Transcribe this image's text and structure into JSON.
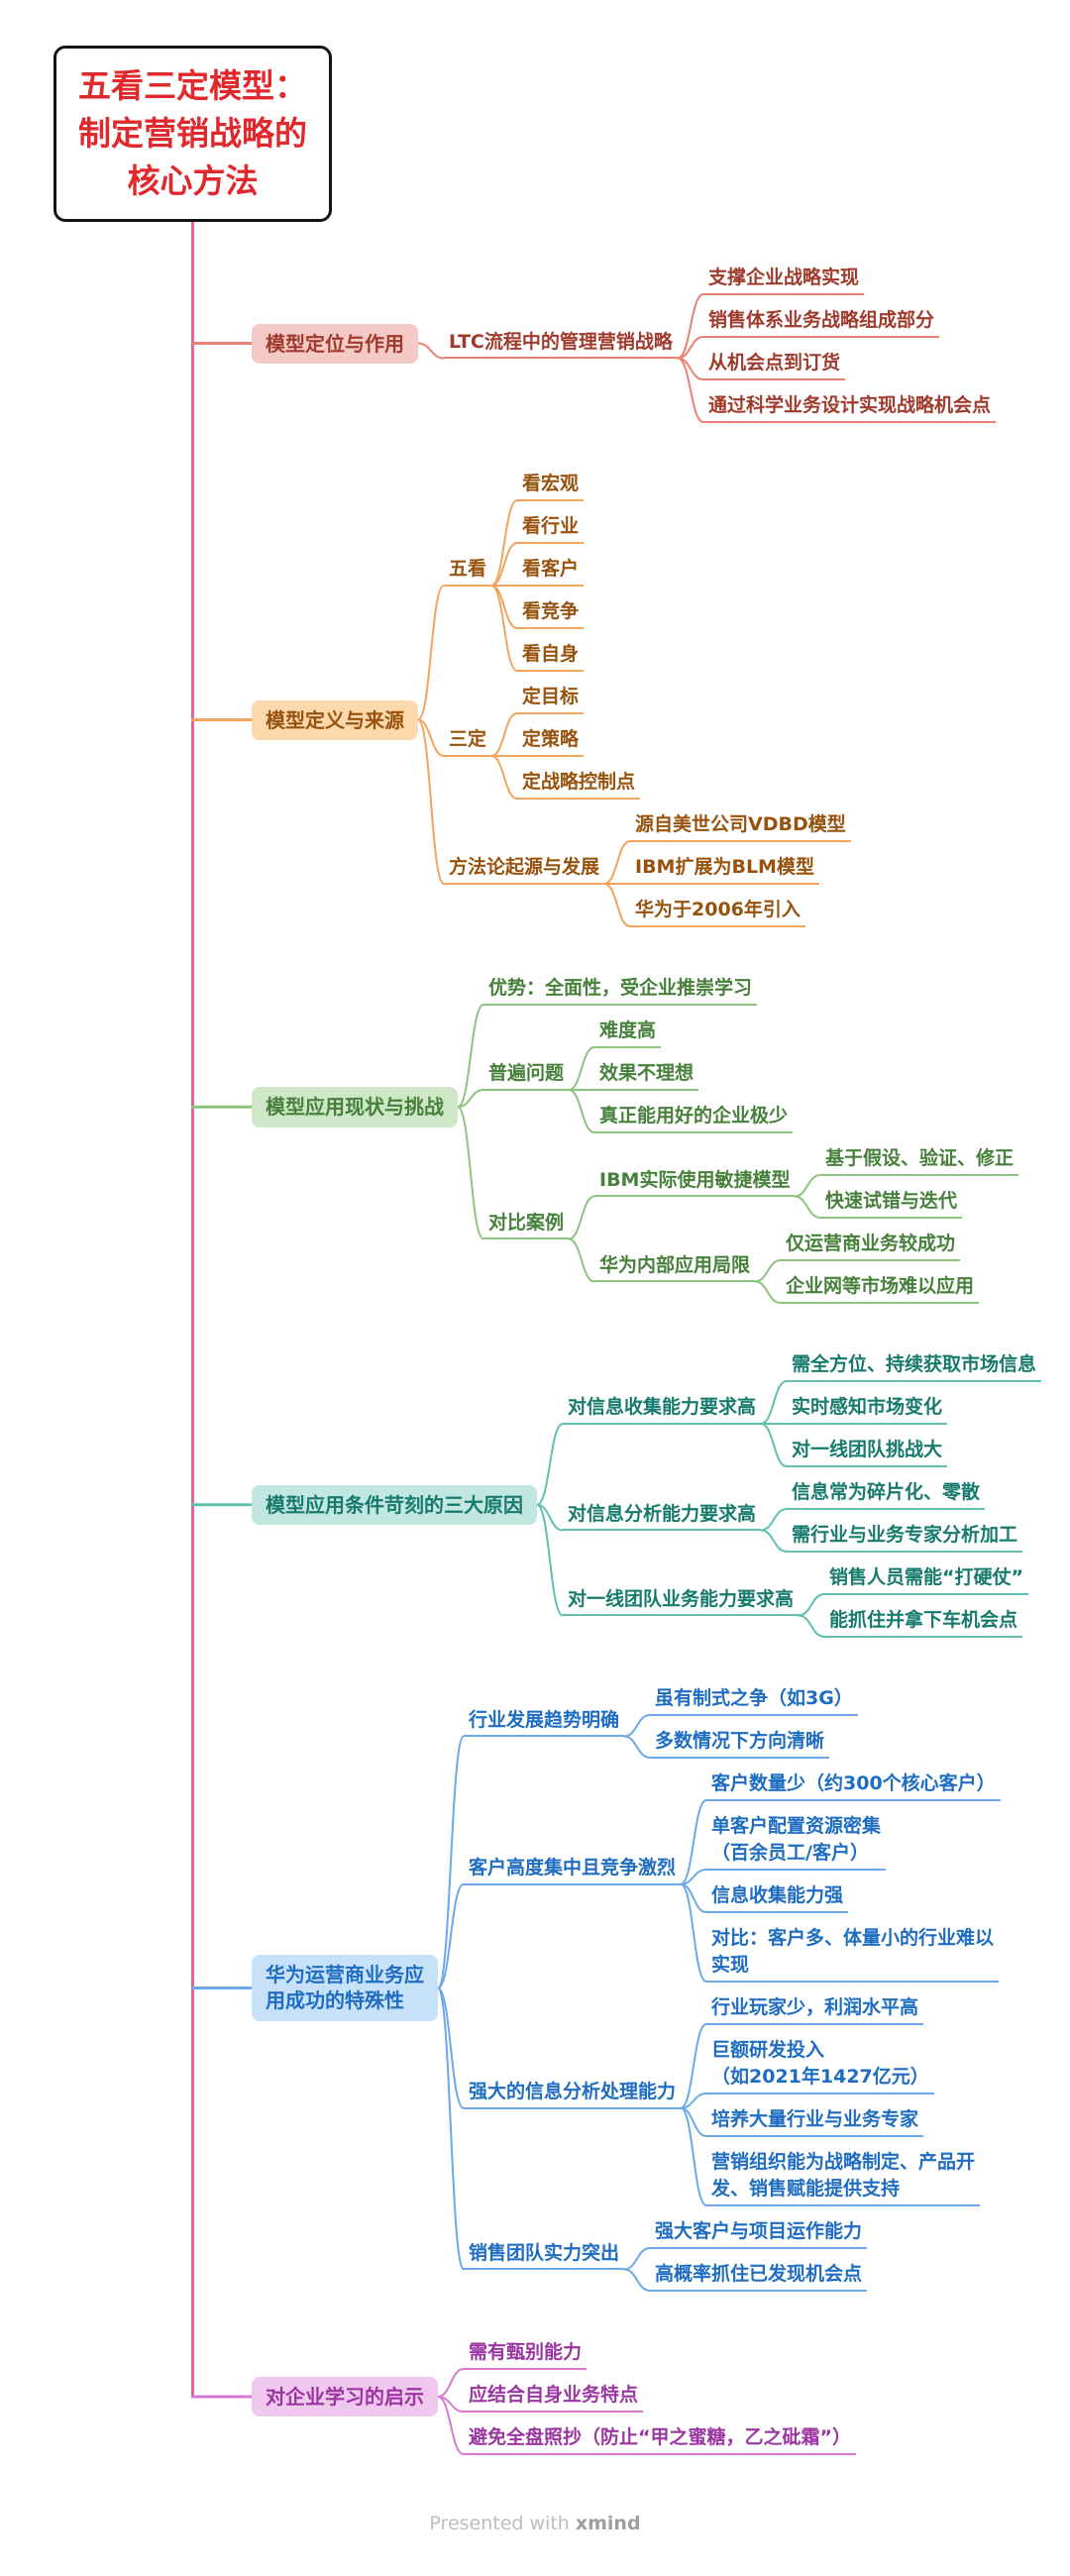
{
  "page": {
    "background": "#ffffff"
  },
  "root": {
    "label": "五看三定模型：\n制定营销战略的\n核心方法",
    "text_color": "#e0282d",
    "border_color": "#141414"
  },
  "trunk_color": "#ec5f9d",
  "footer": {
    "prefix": "Presented with ",
    "brand": "xmind"
  },
  "branches": [
    {
      "id": "positioning-role",
      "label": "模型定位与作用",
      "colors": {
        "bg": "#f5cac6",
        "text": "#a03a2c",
        "line": "#ea8075"
      },
      "children": [
        {
          "label": "LTC流程中的管理营销战略",
          "children": [
            {
              "label": "支撑企业战略实现"
            },
            {
              "label": "销售体系业务战略组成部分"
            },
            {
              "label": "从机会点到订货"
            },
            {
              "label": "通过科学业务设计实现战略机会点"
            }
          ]
        }
      ]
    },
    {
      "id": "definition-origin",
      "label": "模型定义与来源",
      "colors": {
        "bg": "#fbd9ad",
        "text": "#97530e",
        "line": "#f2a45c"
      },
      "children": [
        {
          "label": "五看",
          "children": [
            {
              "label": "看宏观"
            },
            {
              "label": "看行业"
            },
            {
              "label": "看客户"
            },
            {
              "label": "看竞争"
            },
            {
              "label": "看自身"
            }
          ]
        },
        {
          "label": "三定",
          "children": [
            {
              "label": "定目标"
            },
            {
              "label": "定策略"
            },
            {
              "label": "定战略控制点"
            }
          ]
        },
        {
          "label": "方法论起源与发展",
          "children": [
            {
              "label": "源自美世公司VDBD模型"
            },
            {
              "label": "IBM扩展为BLM模型"
            },
            {
              "label": "华为于2006年引入"
            }
          ]
        }
      ]
    },
    {
      "id": "status-challenges",
      "label": "模型应用现状与挑战",
      "colors": {
        "bg": "#cfe7c9",
        "text": "#46803a",
        "line": "#8cc47e"
      },
      "children": [
        {
          "label": "优势：全面性，受企业推崇学习"
        },
        {
          "label": "普遍问题",
          "children": [
            {
              "label": "难度高"
            },
            {
              "label": "效果不理想"
            },
            {
              "label": "真正能用好的企业极少"
            }
          ]
        },
        {
          "label": "对比案例",
          "children": [
            {
              "label": "IBM实际使用敏捷模型",
              "children": [
                {
                  "label": "基于假设、验证、修正"
                },
                {
                  "label": "快速试错与迭代"
                }
              ]
            },
            {
              "label": "华为内部应用局限",
              "children": [
                {
                  "label": "仅运营商业务较成功"
                },
                {
                  "label": "企业网等市场难以应用"
                }
              ]
            }
          ]
        }
      ]
    },
    {
      "id": "harsh-conditions",
      "label": "模型应用条件苛刻的三大原因",
      "colors": {
        "bg": "#c2e7e0",
        "text": "#167a6d",
        "line": "#5fbfb1"
      },
      "children": [
        {
          "label": "对信息收集能力要求高",
          "children": [
            {
              "label": "需全方位、持续获取市场信息"
            },
            {
              "label": "实时感知市场变化"
            },
            {
              "label": "对一线团队挑战大"
            }
          ]
        },
        {
          "label": "对信息分析能力要求高",
          "children": [
            {
              "label": "信息常为碎片化、零散"
            },
            {
              "label": "需行业与业务专家分析加工"
            }
          ]
        },
        {
          "label": "对一线团队业务能力要求高",
          "children": [
            {
              "label": "销售人员需能“打硬仗”"
            },
            {
              "label": "能抓住并拿下车机会点"
            }
          ]
        }
      ]
    },
    {
      "id": "huawei-carrier-success",
      "label": "华为运营商业务应\n用成功的特殊性",
      "colors": {
        "bg": "#c7e2f8",
        "text": "#1e6dc2",
        "line": "#6ca9e8"
      },
      "children": [
        {
          "label": "行业发展趋势明确",
          "children": [
            {
              "label": "虽有制式之争（如3G）"
            },
            {
              "label": "多数情况下方向清晰"
            }
          ]
        },
        {
          "label": "客户高度集中且竞争激烈",
          "children": [
            {
              "label": "客户数量少（约300个核心客户）"
            },
            {
              "label": "单客户配置资源密集\n（百余员工/客户）"
            },
            {
              "label": "信息收集能力强"
            },
            {
              "label": "对比：客户多、体量小的行业难以\n实现"
            }
          ]
        },
        {
          "label": "强大的信息分析处理能力",
          "children": [
            {
              "label": "行业玩家少，利润水平高"
            },
            {
              "label": "巨额研发投入\n（如2021年1427亿元）"
            },
            {
              "label": "培养大量行业与业务专家"
            },
            {
              "label": "营销组织能为战略制定、产品开\n发、销售赋能提供支持"
            }
          ]
        },
        {
          "label": "销售团队实力突出",
          "children": [
            {
              "label": "强大客户与项目运作能力"
            },
            {
              "label": "高概率抓住已发现机会点"
            }
          ]
        }
      ]
    },
    {
      "id": "learning-implications",
      "label": "对企业学习的启示",
      "colors": {
        "bg": "#f0c8ed",
        "text": "#9a35a2",
        "line": "#d878d2"
      },
      "children": [
        {
          "label": "需有甄别能力"
        },
        {
          "label": "应结合自身业务特点"
        },
        {
          "label": "避免全盘照抄（防止“甲之蜜糖，乙之砒霜”）"
        }
      ]
    }
  ]
}
